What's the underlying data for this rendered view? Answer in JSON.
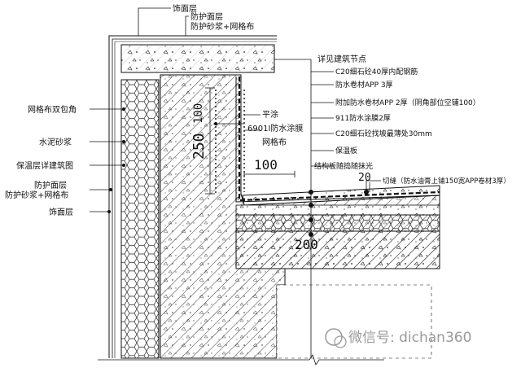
{
  "labels_top": {
    "finish_top": "饰面层",
    "protect_top": "防护面层",
    "mortar_mesh_top": "防护砂浆+网格布"
  },
  "labels_left": {
    "mesh_wrap": "网格布双包角",
    "cement_mortar": "水泥砂浆",
    "insulation_ref": "保温层详建筑图",
    "protect_layer": "防护面层",
    "protect_mortar_mesh": "防护砂浆+网格布",
    "finish_layer": "饰面层"
  },
  "labels_mid": {
    "flat_coat": "平涂",
    "membrane_6901": "6901I防水涂膜",
    "mesh": "网格布"
  },
  "labels_right": {
    "see_node": "详见建筑节点",
    "c20_top": "C20细石砼40厚内配钢筋",
    "app_3": "防水卷材APP 3厚",
    "app_2": "附加防水卷材APP 2厚（阴角部位空铺100）",
    "membrane_911": "911防水涂膜2厚",
    "c20_slope": "C20细石砼找坡最薄处30mm",
    "insulation_board": "保温板",
    "structure_slab": "结构板随捣随抹光",
    "cut_joint": "切缝（防水油膏上铺150宽APP卷材3厚）"
  },
  "dimensions": {
    "d250": "250",
    "d100_vert": "100",
    "d100_horiz": "100",
    "d20": "20",
    "d200": "200"
  },
  "watermark": "微信号: dichan360",
  "colors": {
    "line": "#111111",
    "bg": "#ffffff",
    "watermark": "#9a9a9a"
  }
}
